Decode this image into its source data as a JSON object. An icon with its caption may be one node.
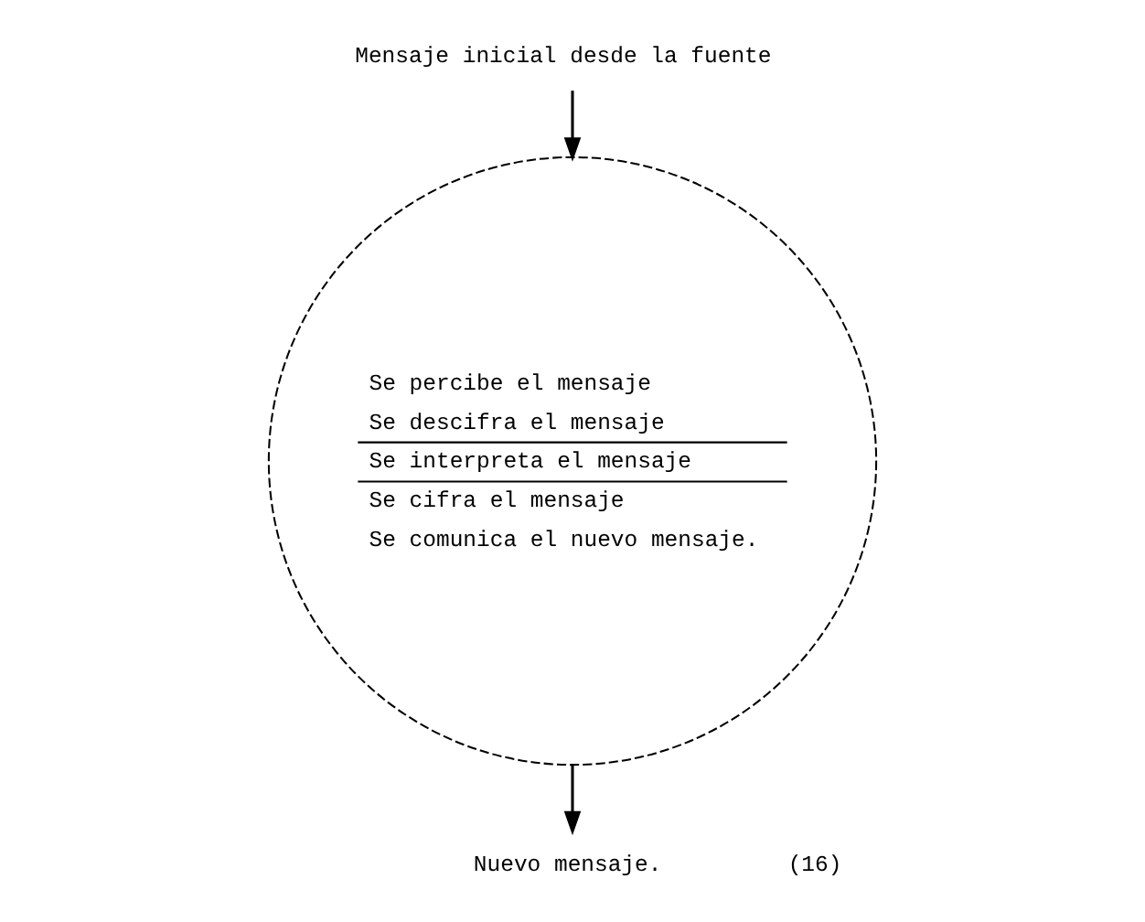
{
  "diagram": {
    "nodes": [
      {
        "text": [
          "Mensaje inicial desde la fuente"
        ]
      },
      {
        "text": [
          "Se percibe el mensaje",
          "Se descifra el mensaje",
          "Se interpreta el mensaje",
          "Se cifra el mensaje",
          "Se comunica el nuevo mensaje."
        ]
      },
      {
        "text": [
          "Nuevo mensaje."
        ]
      }
    ],
    "edges": [
      {
        "from": 0,
        "to": 1,
        "arrow": "to"
      },
      {
        "from": 1,
        "to": 2,
        "arrow": "to"
      }
    ],
    "labels": [
      "(16)"
    ]
  }
}
